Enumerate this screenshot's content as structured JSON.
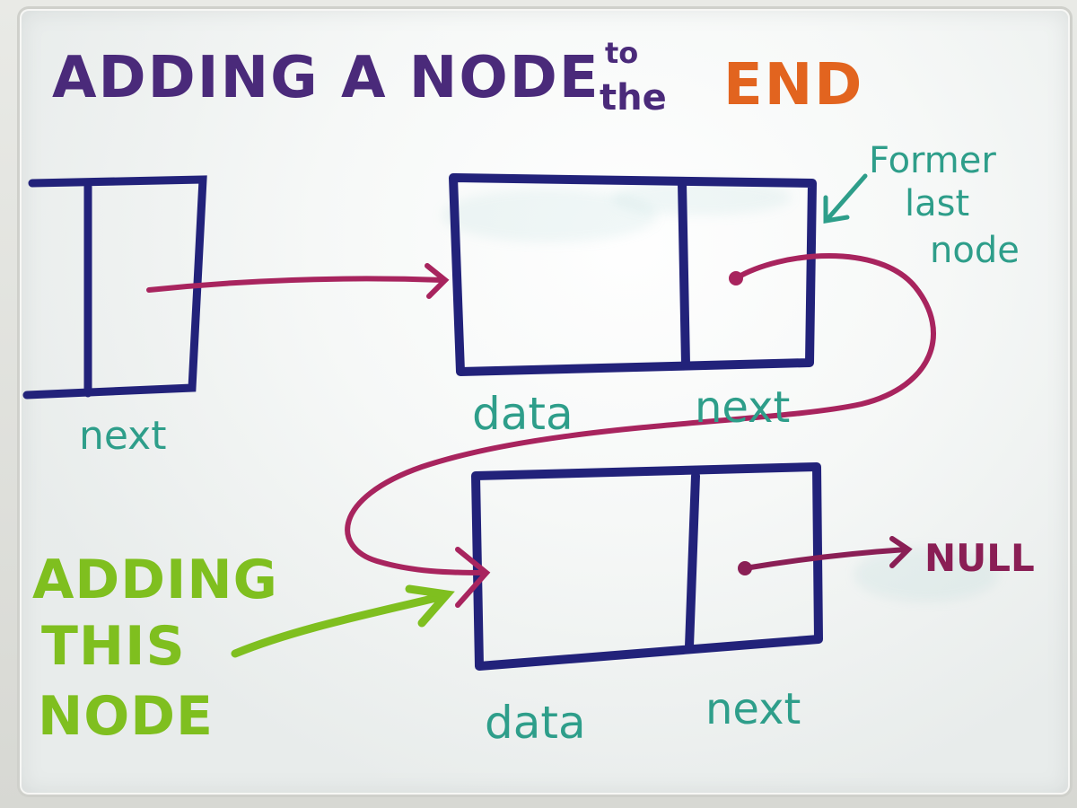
{
  "title": {
    "part1": "ADDING A NODE",
    "to": "to",
    "the": "the",
    "end": "END"
  },
  "labels": {
    "head_next": "next",
    "node1_data": "data",
    "node1_next": "next",
    "node2_data": "data",
    "node2_next": "next",
    "null": "NULL",
    "former_line1": "Former",
    "former_line2": "last",
    "former_line3": "node",
    "adding_line1": "ADDING",
    "adding_line2": "THIS",
    "adding_line3": "NODE"
  },
  "colors": {
    "title_purple": "#4a2a7a",
    "title_orange": "#e2641f",
    "box_blue": "#22227a",
    "arrow_magenta": "#a8245e",
    "null_magenta": "#8a1f55",
    "teal": "#2e9e8a",
    "green": "#7fbf1f"
  }
}
